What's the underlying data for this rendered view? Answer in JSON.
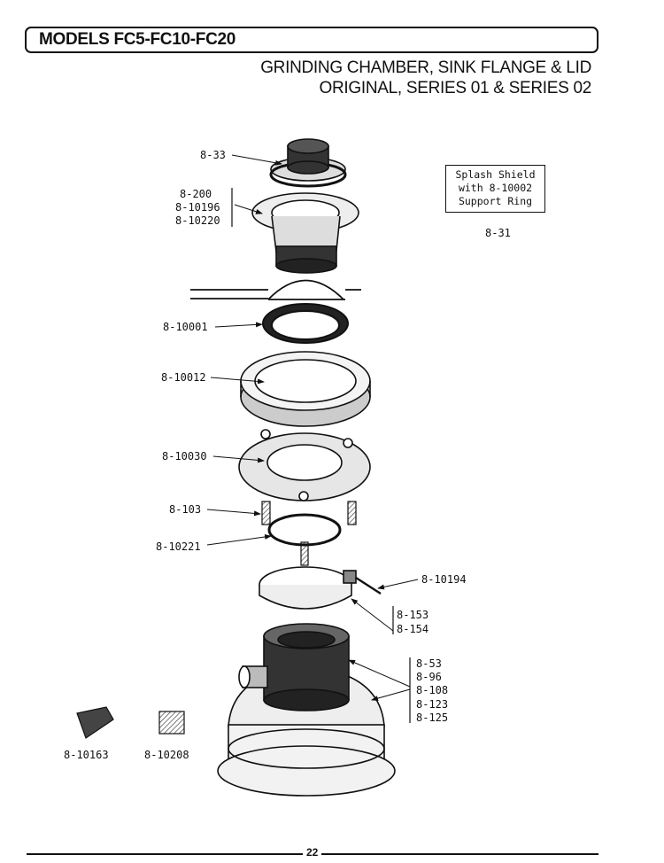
{
  "header": {
    "models": "MODELS FC5-FC10-FC20",
    "subtitle_line1": "GRINDING CHAMBER, SINK FLANGE & LID",
    "subtitle_line2": "ORIGINAL, SERIES 01 & SERIES 02"
  },
  "splash_shield": {
    "line1": "Splash Shield",
    "line2": "with 8-10002",
    "line3": "Support Ring",
    "part": "8-31"
  },
  "parts": {
    "p8_33": "8-33",
    "p8_200": "8-200",
    "p8_10196": "8-10196",
    "p8_10220": "8-10220",
    "p8_10001": "8-10001",
    "p8_10012": "8-10012",
    "p8_10030": "8-10030",
    "p8_103": "8-103",
    "p8_10221": "8-10221",
    "p8_10194": "8-10194",
    "p8_153": "8-153",
    "p8_154": "8-154",
    "p8_53": "8-53",
    "p8_96": "8-96",
    "p8_108": "8-108",
    "p8_123": "8-123",
    "p8_125": "8-125",
    "p8_10163": "8-10163",
    "p8_10208": "8-10208"
  },
  "page_number": "22"
}
